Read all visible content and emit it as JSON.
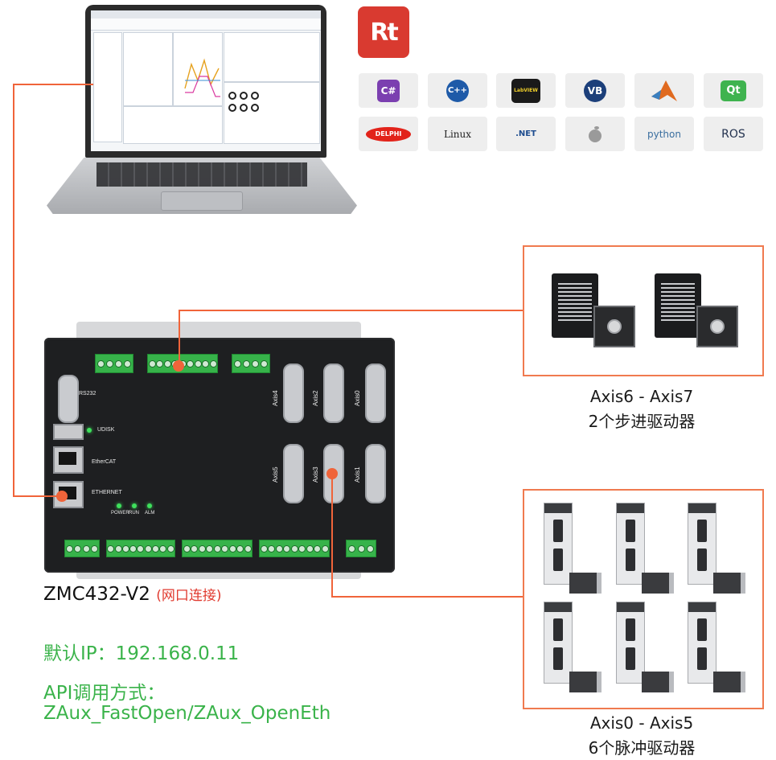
{
  "sdk": {
    "main_logo": "Rt",
    "items": [
      {
        "label": "C#",
        "icon": "csharp-icon",
        "color": "#7b3fb0"
      },
      {
        "label": "C++",
        "icon": "cplusplus-icon",
        "color": "#1e5aa8"
      },
      {
        "label": "LabVIEW",
        "icon": "labview-icon",
        "color": "#1a1a1a"
      },
      {
        "label": "VB",
        "icon": "vb-icon",
        "color": "#1c3f7a"
      },
      {
        "label": "",
        "icon": "matlab-icon",
        "color": "#e06a1f"
      },
      {
        "label": "Qt",
        "icon": "qt-icon",
        "color": "#3fb34f"
      },
      {
        "label": "DELPHI",
        "icon": "delphi-icon",
        "color": "#e2231a"
      },
      {
        "label": "Linux",
        "icon": "linux-icon",
        "color": "#222222"
      },
      {
        "label": ".NET",
        "icon": "dotnet-icon",
        "color": "#1d4c8f"
      },
      {
        "label": "",
        "icon": "apple-icon",
        "color": "#9a9a9a"
      },
      {
        "label": "python",
        "icon": "python-icon",
        "color": "#3a6e9f"
      },
      {
        "label": "ROS",
        "icon": "ros-icon",
        "color": "#22314e"
      }
    ]
  },
  "controller": {
    "rs232": "RS232",
    "udisk": "UDISK",
    "ethercat": "EtherCAT",
    "ethernet": "ETHERNET",
    "power": "POWER",
    "run": "RUN",
    "alm": "ALM",
    "axis_top": [
      "Axis4",
      "Axis2",
      "Axis0"
    ],
    "axis_bottom": [
      "Axis5",
      "Axis3",
      "Axis1"
    ]
  },
  "labels": {
    "model": "ZMC432-V2",
    "model_note": "(网口连接)",
    "stepper_range": "Axis6 - Axis7",
    "stepper_desc": "2个步进驱动器",
    "servo_range": "Axis0 - Axis5",
    "servo_desc": "6个脉冲驱动器",
    "default_ip": "默认IP：192.168.0.11",
    "api_title": "API调用方式：",
    "api_funcs": "ZAux_FastOpen/ZAux_OpenEth"
  },
  "colors": {
    "wire": "#f0643a",
    "accent_green": "#3ab34a",
    "note_red": "#e03a2f"
  }
}
